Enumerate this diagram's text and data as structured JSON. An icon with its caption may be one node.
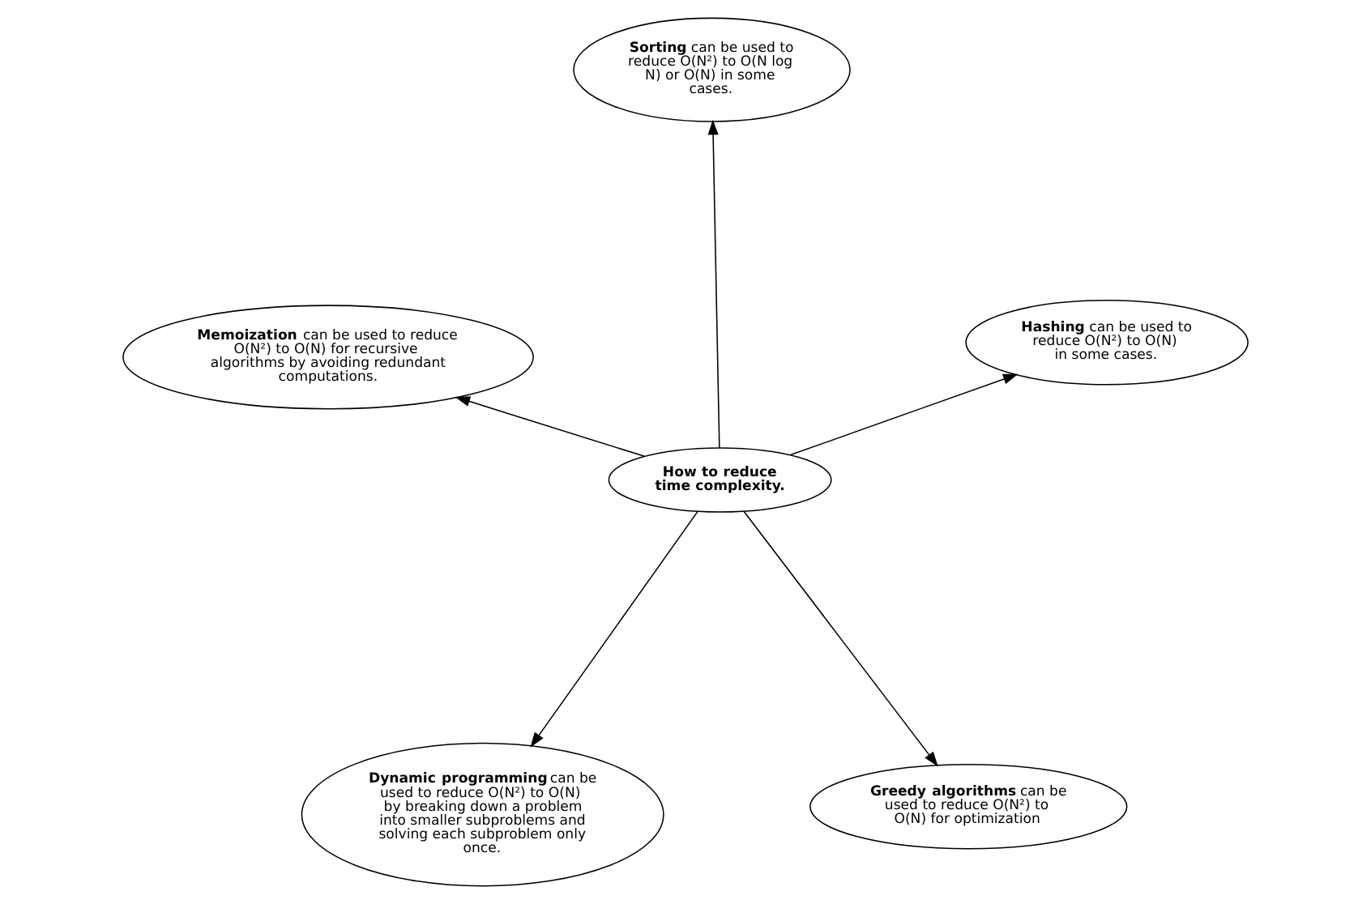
{
  "diagram": {
    "nodes": [
      {
        "text": [
          "**Dynamic programming** can be used to reduce O(N²) to O(N) by breaking down a problem into smaller subproblems and solving each subproblem only once."
        ]
      },
      {
        "text": [
          "**Greedy algorithms** can be used to reduce O(N²) to O(N) for optimization"
        ]
      },
      {
        "text": [
          "**How to reduce time complexity.**"
        ]
      },
      {
        "text": [
          "**Sorting** can be used to reduce O(N²) to O(N log N) or O(N) in some cases."
        ]
      },
      {
        "text": [
          "**Hashing** can be used to reduce O(N²) to O(N) in some cases."
        ]
      },
      {
        "text": [
          "**Memoization** can be used to reduce O(N²) to O(N) for recursive algorithms by avoiding redundant computations."
        ]
      }
    ],
    "edges": [
      {
        "from": 2,
        "to": 0,
        "arrow": "to"
      },
      {
        "from": 2,
        "to": 1,
        "arrow": "to"
      },
      {
        "from": 2,
        "to": 3,
        "arrow": "to"
      },
      {
        "from": 2,
        "to": 4,
        "arrow": "to"
      },
      {
        "from": 2,
        "to": 5,
        "arrow": "to"
      }
    ]
  }
}
